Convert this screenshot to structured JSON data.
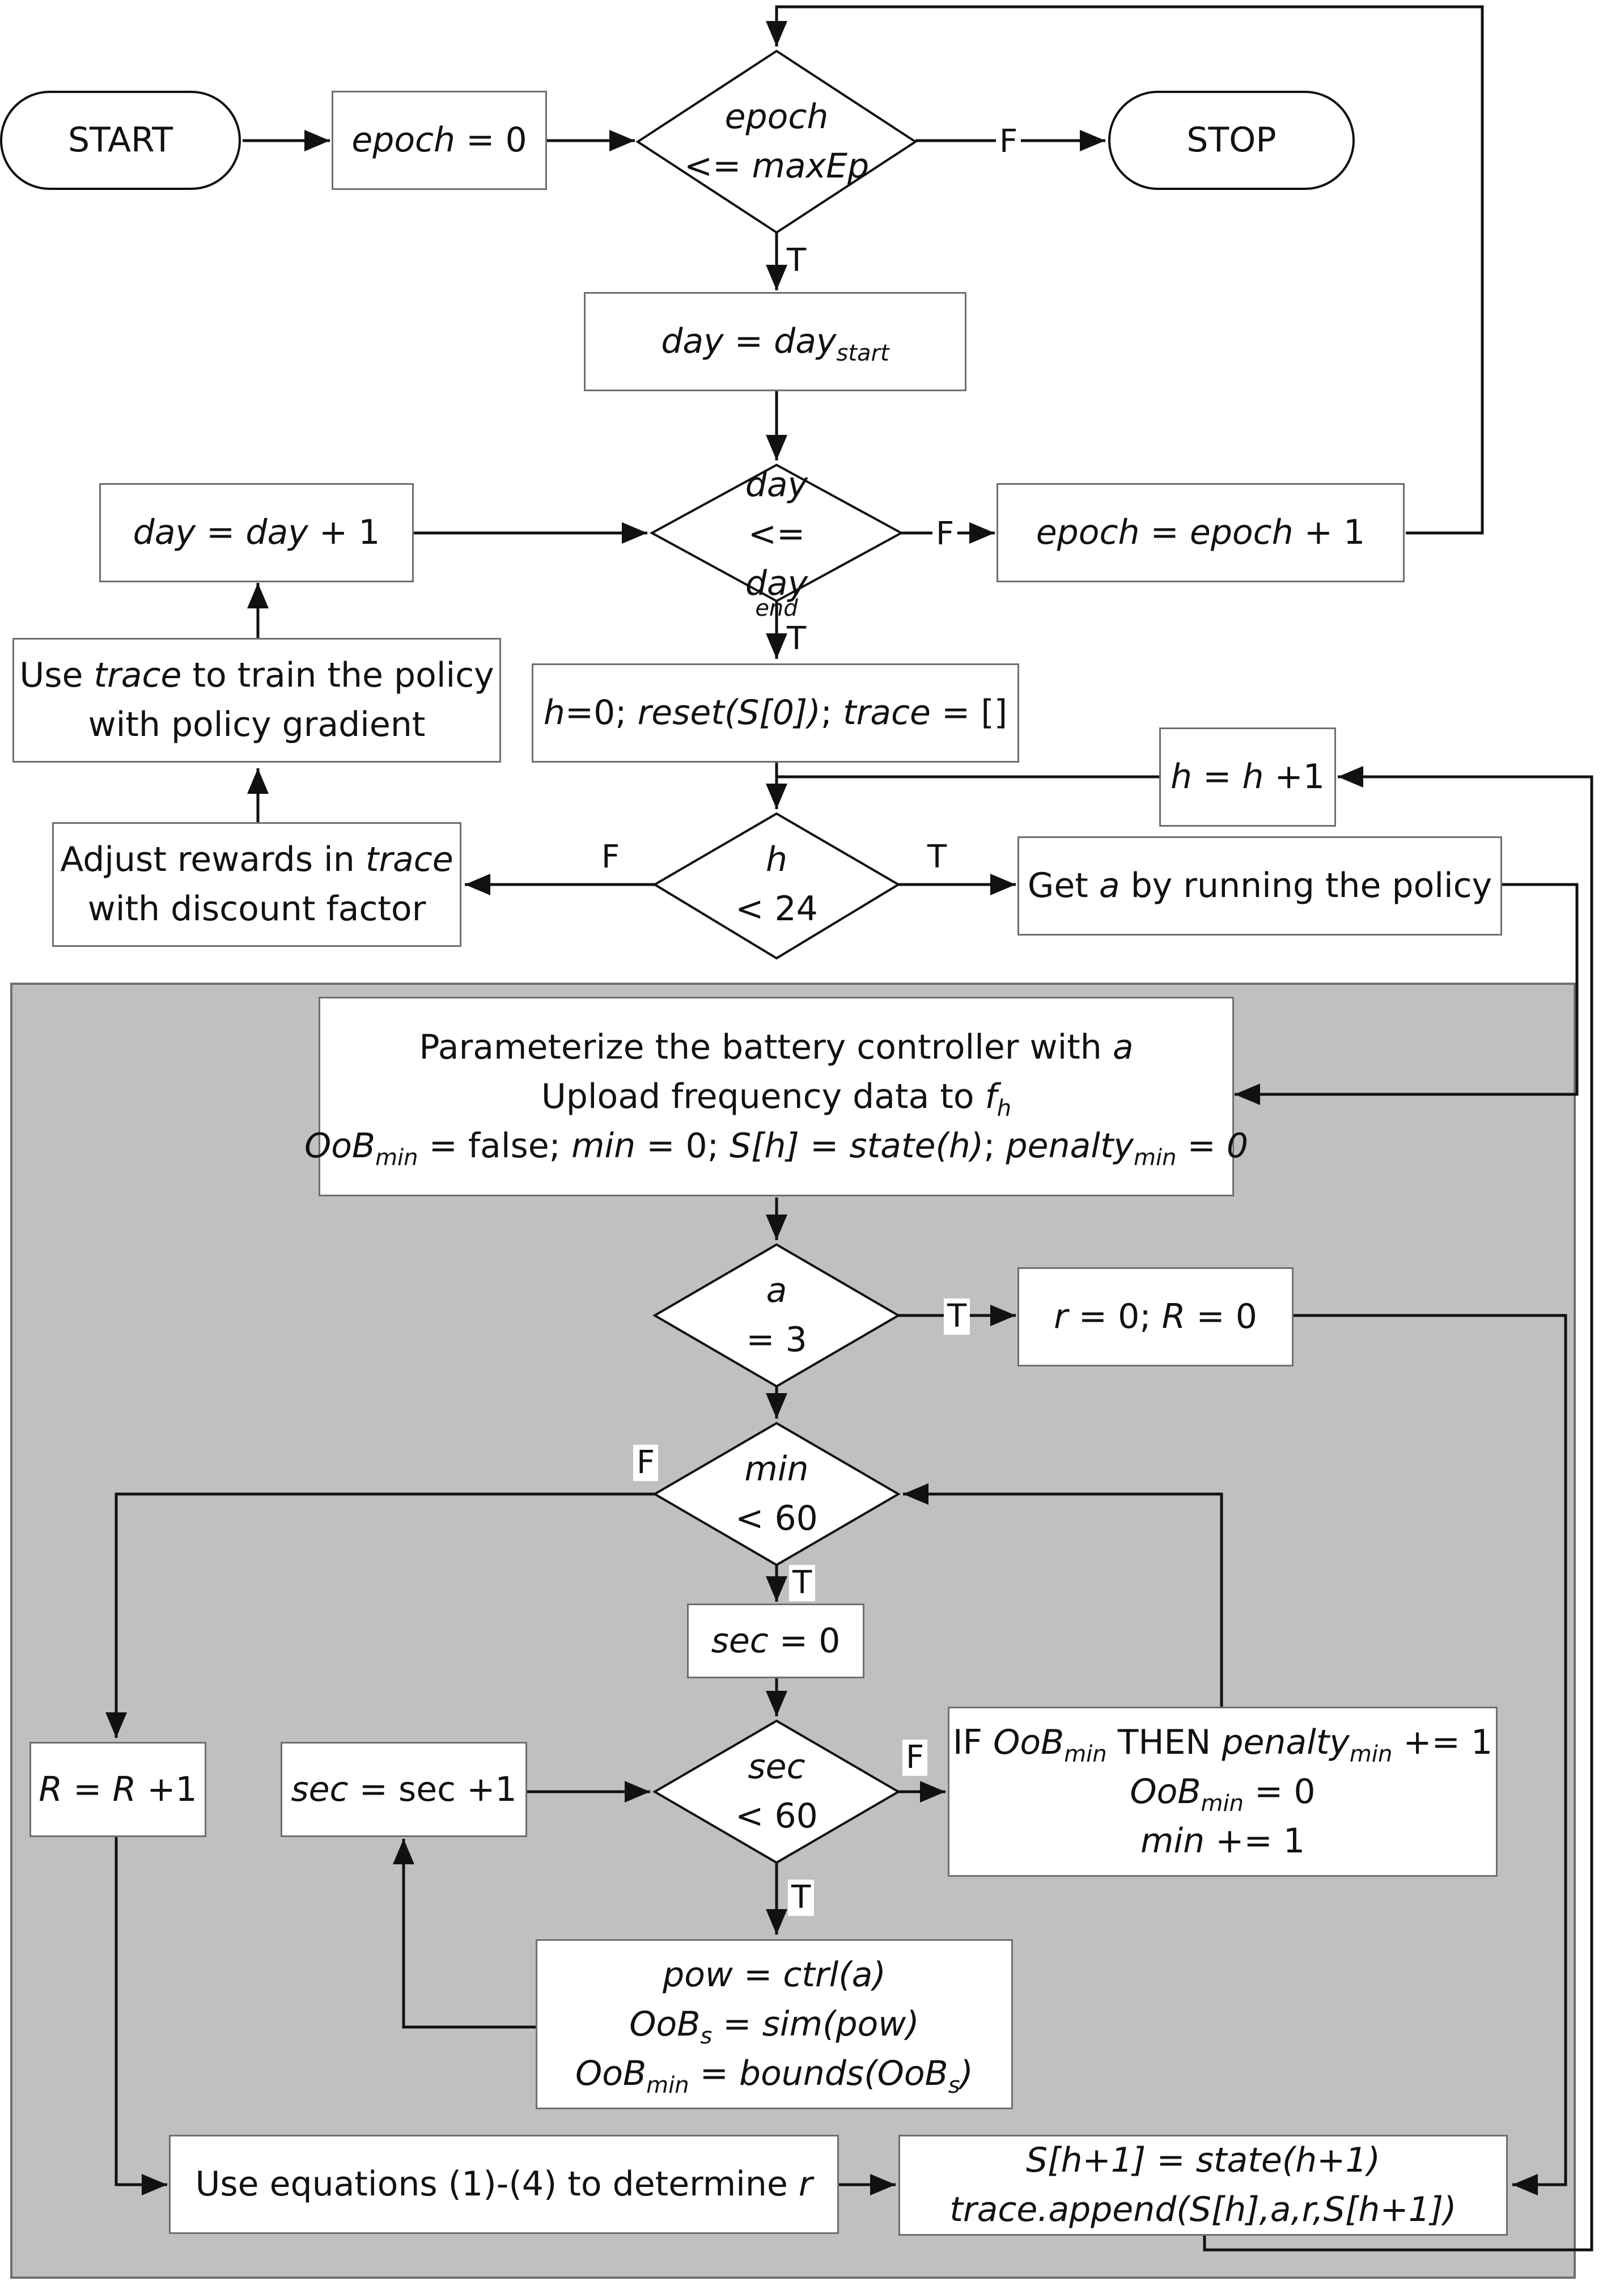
{
  "nodes": {
    "start": "START",
    "stop": "STOP",
    "epoch_init": {
      "v": "epoch",
      "rest": " = 0"
    },
    "epoch_dec": {
      "l1": "epoch",
      "l2": "<= maxEp"
    },
    "day_init": {
      "v": "day",
      "eq": " = ",
      "v2": "day",
      "sub": "start"
    },
    "day_dec": {
      "l1_v": "day",
      "l1_r": " <=",
      "l2_v": "day",
      "l2_sub": "end"
    },
    "epoch_inc": {
      "v": "epoch",
      "eq": " = ",
      "v2": "epoch",
      "rest": " + 1"
    },
    "day_inc": {
      "v": "day",
      "eq": " = ",
      "v2": "day",
      "rest": " + 1"
    },
    "train": {
      "l1_a": "Use ",
      "l1_i": "trace",
      "l1_b": " to train the policy",
      "l2": "with policy gradient"
    },
    "adjust": {
      "l1_a": "Adjust rewards in ",
      "l1_i": "trace",
      "l2": "with discount factor"
    },
    "reset": {
      "a": "h",
      "b": "=0; ",
      "c": "reset(S[0])",
      "d": "; ",
      "e": "trace",
      "f": " = []"
    },
    "h_inc": {
      "a": "h",
      "b": " = ",
      "c": "h",
      "d": " +1"
    },
    "h_dec": {
      "v": "h",
      "rest": " < 24"
    },
    "get_a": {
      "a": "Get ",
      "b": "a",
      "c": " by running the policy"
    },
    "param": {
      "l1_a": "Parameterize the battery controller with ",
      "l1_i": "a",
      "l2_a": "Upload frequency data to ",
      "l2_i": "f",
      "l2_sub": "h",
      "l3_1": "OoB",
      "l3_sub1": "min",
      "l3_2": " = false; ",
      "l3_3": "min",
      "l3_4": " = 0; ",
      "l3_5": "S[h]",
      "l3_6": " = ",
      "l3_7": "state(h)",
      "l3_8": "; ",
      "l3_9": "penalty",
      "l3_sub2": "min",
      "l3_10": " = 0"
    },
    "a_dec": {
      "v": "a",
      "rest": " = 3"
    },
    "r_zero": {
      "a": "r",
      "b": " = 0; ",
      "c": "R",
      "d": " = 0"
    },
    "min_dec": {
      "v": "min",
      "rest": " < 60"
    },
    "sec_init": {
      "v": "sec",
      "rest": " = 0"
    },
    "r_inc": {
      "a": "R",
      "b": " = ",
      "c": "R",
      "d": " +1"
    },
    "sec_inc": {
      "a": "sec",
      "b": " = sec +1"
    },
    "sec_dec": {
      "v": "sec",
      "rest": " < 60"
    },
    "ifoob": {
      "l1_a": "IF ",
      "l1_b": "OoB",
      "l1_sub": "min",
      "l1_c": " THEN ",
      "l1_d": "penalty",
      "l1_sub2": "min",
      "l1_e": " += 1",
      "l2_a": "OoB",
      "l2_sub": "min",
      "l2_b": " = 0",
      "l3_a": "min",
      "l3_b": " += 1"
    },
    "sim": {
      "l1_a": "pow",
      "l1_b": " = ",
      "l1_c": "ctrl(a)",
      "l2_a": "OoB",
      "l2_sub": "s",
      "l2_b": " = ",
      "l2_c": "sim(pow)",
      "l3_a": "OoB",
      "l3_sub": "min",
      "l3_b": " = ",
      "l3_c": "bounds(OoB",
      "l3_sub2": "s",
      "l3_d": ")"
    },
    "use_eq": {
      "a": "Use equations (1)-(4) to determine ",
      "b": "r"
    },
    "state": {
      "l1": "S[h+1] = state(h+1)",
      "l2": "trace.append(S[h],a,r,S[h+1])"
    }
  },
  "edge_labels": {
    "epoch_F": "F",
    "epoch_T": "T",
    "day_F": "F",
    "day_T": "T",
    "h_F": "F",
    "h_T": "T",
    "a_T": "T",
    "min_F": "F",
    "min_T": "T",
    "sec_F": "F",
    "sec_T": "T"
  },
  "colors": {
    "panel": "#c0c0c0",
    "panel_border": "#707070",
    "line": "#111111",
    "box_border": "#6f6f6f"
  }
}
